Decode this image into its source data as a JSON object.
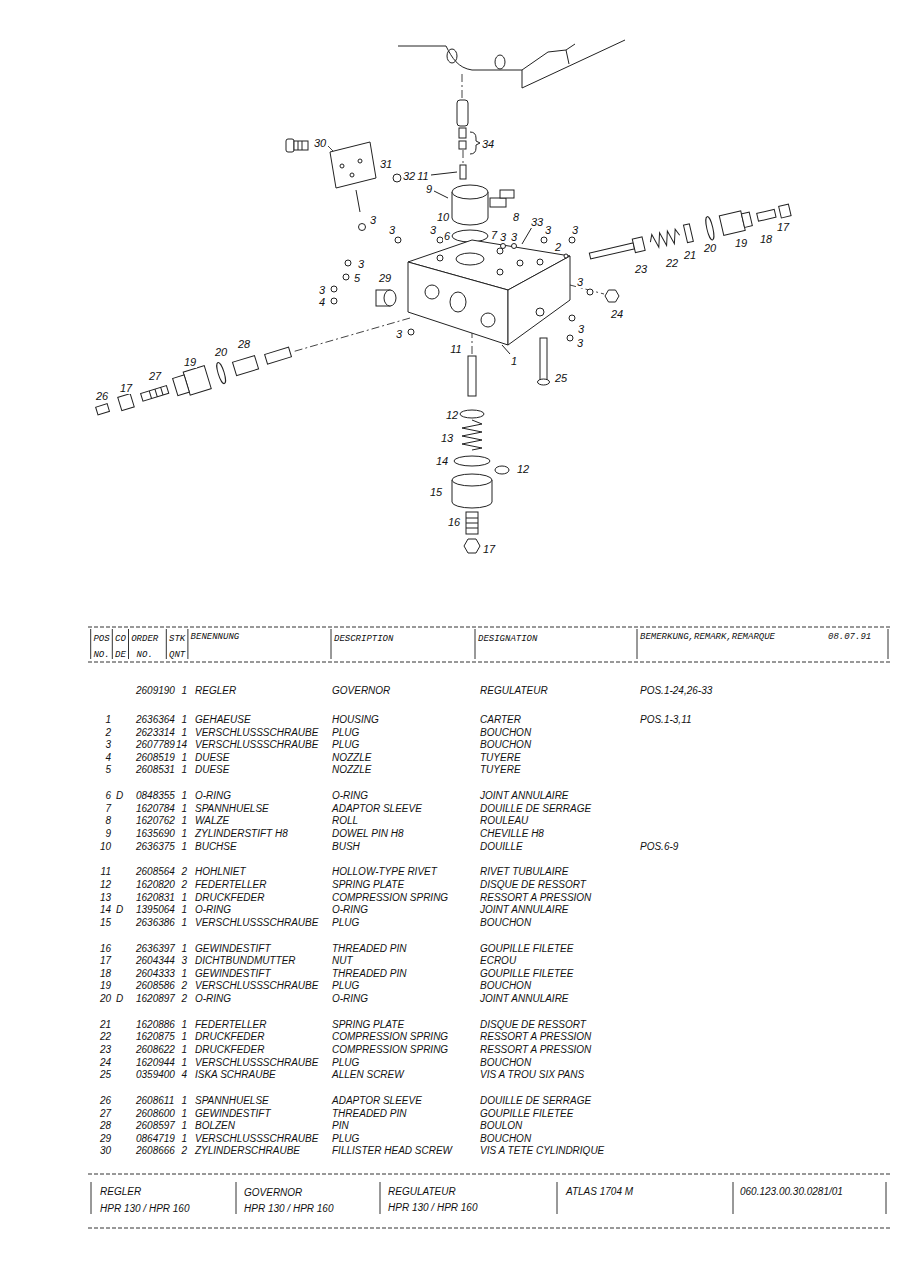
{
  "diagram": {
    "labels": [
      "30",
      "34",
      "31",
      "32",
      "11",
      "9",
      "10",
      "8",
      "3",
      "33",
      "3",
      "3",
      "6",
      "7",
      "3",
      "3",
      "3",
      "3",
      "2",
      "17",
      "18",
      "19",
      "20",
      "21",
      "22",
      "23",
      "3",
      "5",
      "29",
      "3",
      "4",
      "3",
      "24",
      "3",
      "3",
      "3",
      "28",
      "20",
      "19",
      "27",
      "17",
      "26",
      "11",
      "1",
      "25",
      "12",
      "13",
      "14",
      "12",
      "15",
      "16",
      "17",
      "POS",
      "NO.",
      "CO",
      "DE",
      "ORDER",
      "NO.",
      "STK",
      "QNT",
      "BENENNUNG",
      "DESCRIPTION",
      "DESIGNATION",
      "BEMERKUNG,REMARK,REMARQUE",
      "08.07.91",
      "2609190",
      "1",
      "REGLER",
      "GOVERNOR",
      "REGULATEUR",
      "POS.1-24,26-33",
      "1",
      "2636364",
      "1",
      "GEHAEUSE",
      "HOUSING",
      "CARTER",
      "POS.1-3,11",
      "2",
      "2623314",
      "1",
      "VERSCHLUSSSCHRAUBE",
      "PLUG",
      "BOUCHON",
      "3",
      "2607789",
      "14",
      "VERSCHLUSSSCHRAUBE",
      "PLUG",
      "BOUCHON",
      "4",
      "2608519",
      "1",
      "DUESE",
      "NOZZLE",
      "TUYERE",
      "5",
      "2608531",
      "1",
      "DUESE",
      "NOZZLE",
      "TUYERE",
      "6",
      "D",
      "0848355",
      "1",
      "O-RING",
      "O-RING",
      "JOINT ANNULAIRE",
      "7",
      "1620784",
      "1",
      "SPANNHUELSE",
      "ADAPTOR SLEEVE",
      "DOUILLE DE SERRAGE",
      "8",
      "1620762",
      "1",
      "WALZE",
      "ROLL",
      "ROULEAU",
      "9",
      "1635690",
      "1",
      "ZYLINDERSTIFT H8",
      "DOWEL PIN H8",
      "CHEVILLE H8",
      "10",
      "2636375",
      "1",
      "BUCHSE",
      "BUSH",
      "DOUILLE",
      "POS.6-9",
      "11",
      "2608564",
      "2",
      "HOHLNIET",
      "HOLLOW-TYPE RIVET",
      "RIVET TUBULAIRE",
      "12",
      "1620820",
      "2",
      "FEDERTELLER",
      "SPRING PLATE",
      "DISQUE DE RESSORT",
      "13",
      "1620831",
      "1",
      "DRUCKFEDER",
      "COMPRESSION SPRING",
      "RESSORT A PRESSION",
      "14",
      "D",
      "1395064",
      "1",
      "O-RING",
      "O-RING",
      "JOINT ANNULAIRE",
      "15",
      "2636386",
      "1",
      "VERSCHLUSSSCHRAUBE",
      "PLUG",
      "BOUCHON",
      "16",
      "2636397",
      "1",
      "GEWINDESTIFT",
      "THREADED PIN",
      "GOUPILLE FILETEE",
      "17",
      "2604344",
      "3",
      "DICHTBUNDMUTTER",
      "NUT",
      "ECROU",
      "18",
      "2604333",
      "1",
      "GEWINDESTIFT",
      "THREADED PIN",
      "GOUPILLE FILETEE",
      "19",
      "2608586",
      "2",
      "VERSCHLUSSSCHRAUBE",
      "PLUG",
      "BOUCHON",
      "20",
      "D",
      "1620897",
      "2",
      "O-RING",
      "O-RING",
      "JOINT ANNULAIRE",
      "21",
      "1620886",
      "1",
      "FEDERTELLER",
      "SPRING PLATE",
      "DISQUE DE RESSORT",
      "22",
      "1620875",
      "1",
      "DRUCKFEDER",
      "COMPRESSION SPRING",
      "RESSORT A PRESSION",
      "23",
      "2608622",
      "1",
      "DRUCKFEDER",
      "COMPRESSION SPRING",
      "RESSORT A PRESSION",
      "24",
      "1620944",
      "1",
      "VERSCHLUSSSCHRAUBE",
      "PLUG",
      "BOUCHON",
      "25",
      "0359400",
      "4",
      "ISKA SCHRAUBE",
      "ALLEN SCREW",
      "VIS A TROU SIX PANS",
      "26",
      "2608611",
      "1",
      "SPANNHUELSE",
      "ADAPTOR SLEEVE",
      "DOUILLE DE SERRAGE",
      "27",
      "2608600",
      "1",
      "GEWINDESTIFT",
      "THREADED PIN",
      "GOUPILLE FILETEE",
      "28",
      "2608597",
      "1",
      "BOLZEN",
      "PIN",
      "BOULON",
      "29",
      "0864719",
      "1",
      "VERSCHLUSSSCHRAUBE",
      "PLUG",
      "BOUCHON",
      "30",
      "2608666",
      "2",
      "ZYLINDERSCHRAUBE",
      "FILLISTER HEAD SCREW",
      "VIS A TETE CYLINDRIQUE",
      "REGLER",
      "HPR 130 / HPR 160",
      "GOVERNOR",
      "HPR 130 / HPR 160",
      "REGULATEUR",
      "HPR 130 / HPR 160",
      "ATLAS 1704 M",
      "060.123.00.30.0281/01"
    ]
  }
}
